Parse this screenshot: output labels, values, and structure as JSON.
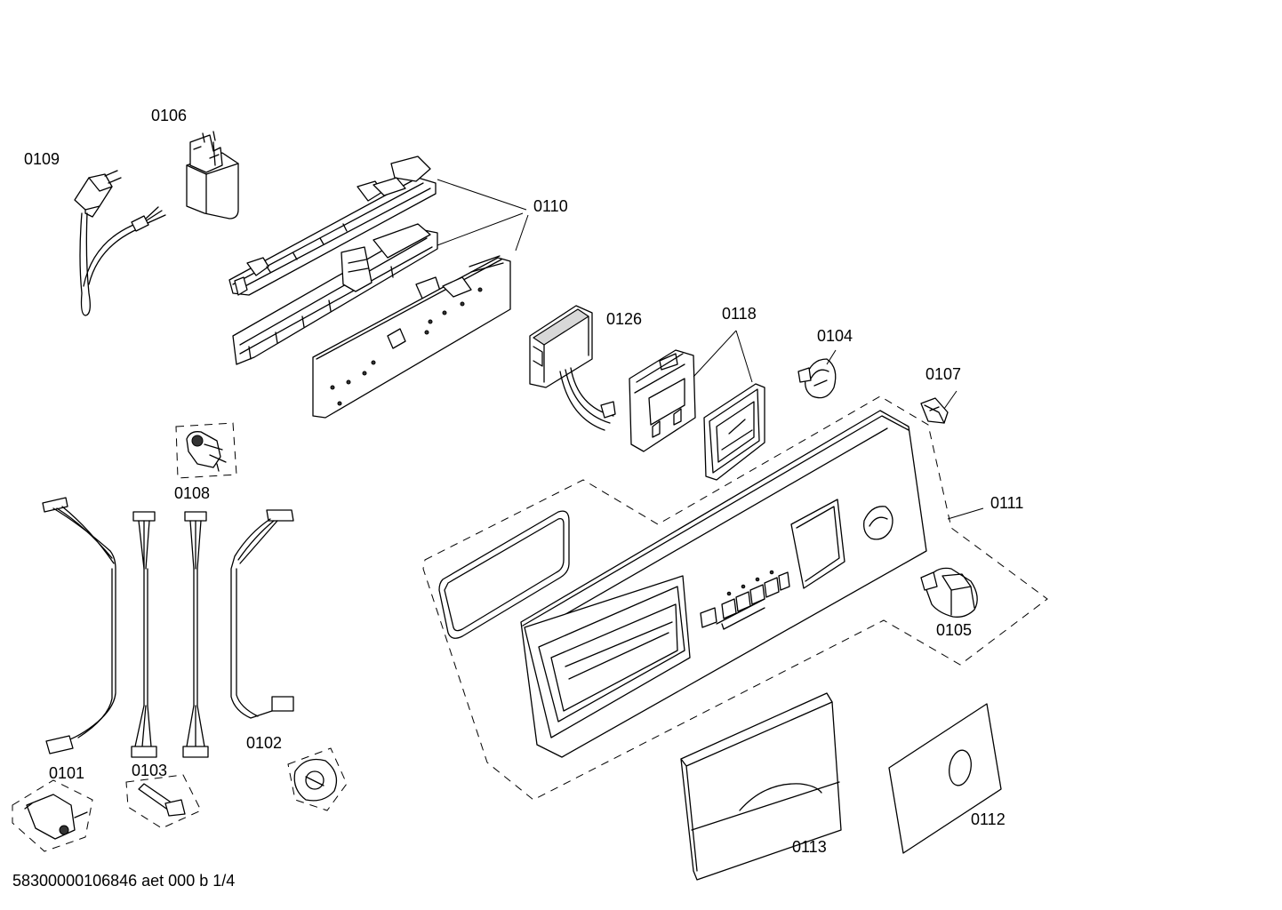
{
  "part_labels": {
    "p0101": "0101",
    "p0102": "0102",
    "p0103": "0103",
    "p0104": "0104",
    "p0105": "0105",
    "p0106": "0106",
    "p0107": "0107",
    "p0108": "0108",
    "p0109": "0109",
    "p0110": "0110",
    "p0111": "0111",
    "p0112": "0112",
    "p0113": "0113",
    "p0118": "0118",
    "p0126": "0126"
  },
  "footer": "58300000106846 aet 000 b 1/4"
}
